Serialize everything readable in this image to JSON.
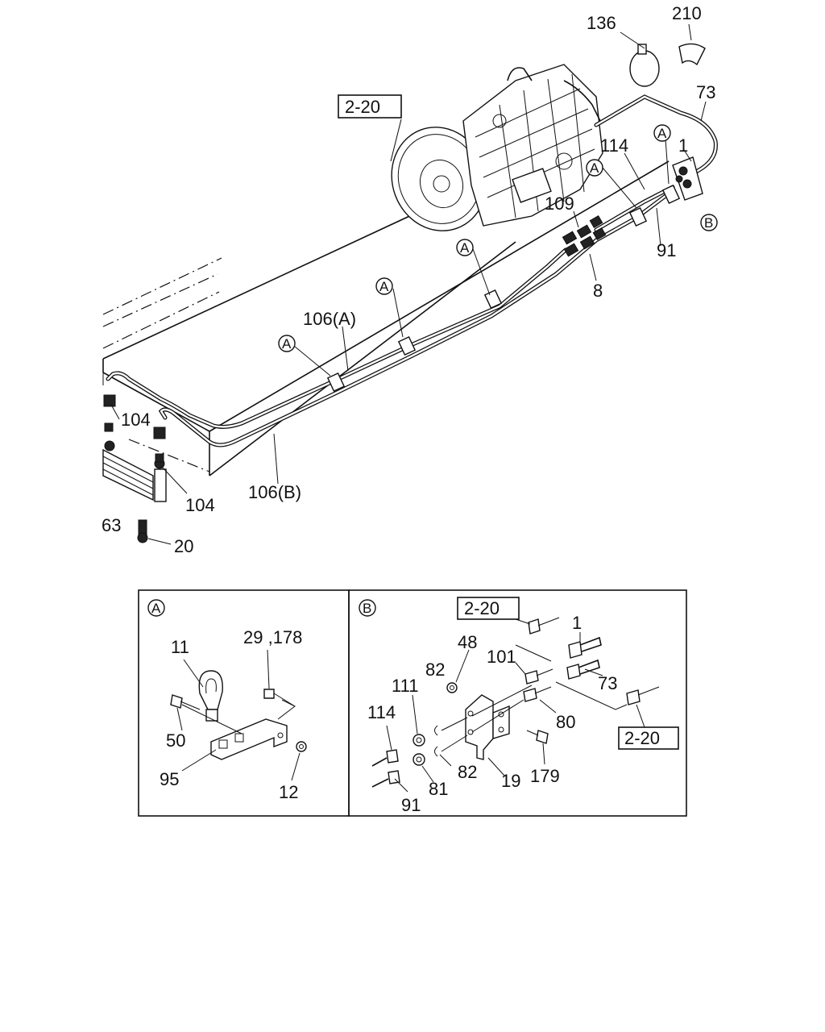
{
  "main_view": {
    "labels": {
      "p136": "136",
      "p210": "210",
      "ref_top": "2-20",
      "p73": "73",
      "p114": "114",
      "p1": "1",
      "p109": "109",
      "p91": "91",
      "p8": "8",
      "p106a": "106(A)",
      "p104a": "104",
      "p104b": "104",
      "p63": "63",
      "p106b": "106(B)",
      "p20": "20"
    },
    "markers": {
      "a": "A",
      "b": "B"
    }
  },
  "detail_a": {
    "marker": "A",
    "labels": {
      "p11": "11",
      "p29_178": "29 ,178",
      "p50": "50",
      "p95": "95",
      "p12": "12"
    }
  },
  "detail_b": {
    "marker": "B",
    "ref_upper": "2-20",
    "ref_lower": "2-20",
    "labels": {
      "p1": "1",
      "p48": "48",
      "p82a": "82",
      "p101": "101",
      "p73": "73",
      "p111": "111",
      "p80": "80",
      "p114": "114",
      "p179": "179",
      "p82b": "82",
      "p19": "19",
      "p81": "81",
      "p91": "91"
    }
  }
}
